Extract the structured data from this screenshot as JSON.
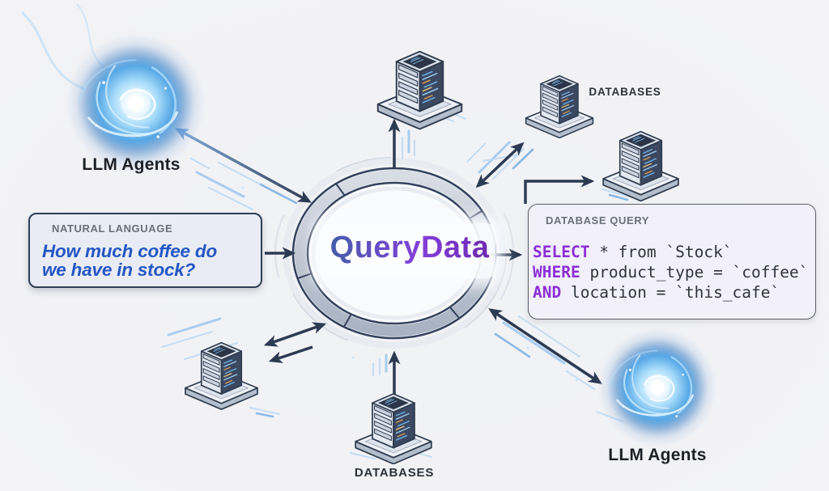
{
  "colors": {
    "arrow_navy": "#2c3a52",
    "arrow_blue": "#7aa6da",
    "streak_blue": "#9cc6ee",
    "ring_outline": "#33415c",
    "title_gradient_start": "#3f5ea6",
    "title_gradient_mid": "#8440da",
    "title_gradient_end": "#6a28ad",
    "question_blue": "#2456c4",
    "sql_keyword_purple": "#8b2fd6",
    "sql_text": "#30343c",
    "box_heading_gray": "#6a6f78"
  },
  "center": {
    "title": "QueryData"
  },
  "labels": {
    "llm_agents_top": "LLM Agents",
    "llm_agents_bottom": "LLM Agents",
    "databases_top_right": "DATABASES",
    "databases_bottom": "DATABASES"
  },
  "natural_language_box": {
    "heading": "NATURAL LANGUAGE",
    "question_line1": "How much coffee do",
    "question_line2": "we have in stock?"
  },
  "database_query_box": {
    "heading": "DATABASE QUERY",
    "sql_lines": [
      {
        "keyword": "SELECT",
        "rest": " * from `Stock`"
      },
      {
        "keyword": "WHERE",
        "rest": " product_type = `coffee`"
      },
      {
        "keyword": "AND",
        "rest": " location = `this_cafe`"
      }
    ]
  },
  "icons": {
    "llm_flame": "blue-plasma-flame-icon",
    "database_server": "isometric-server-icon"
  }
}
